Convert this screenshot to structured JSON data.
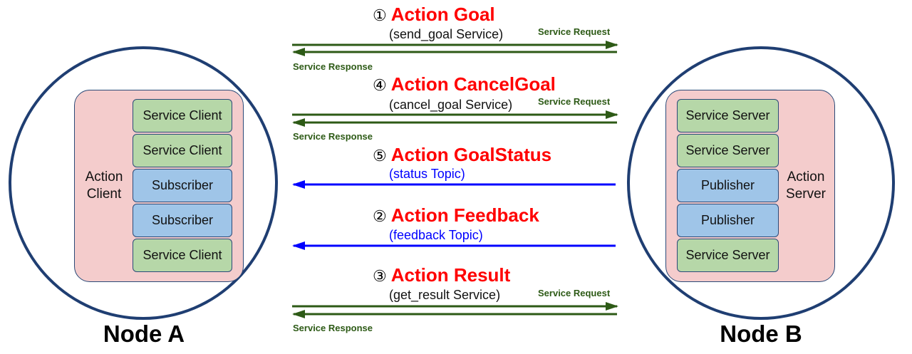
{
  "nodes": {
    "a": {
      "label": "Node A",
      "role": "Action\nClient",
      "components": [
        {
          "label": "Service Client",
          "kind": "green"
        },
        {
          "label": "Service Client",
          "kind": "green"
        },
        {
          "label": "Subscriber",
          "kind": "blue"
        },
        {
          "label": "Subscriber",
          "kind": "blue"
        },
        {
          "label": "Service Client",
          "kind": "green"
        }
      ]
    },
    "b": {
      "label": "Node B",
      "role": "Action\nServer",
      "components": [
        {
          "label": "Service Server",
          "kind": "green"
        },
        {
          "label": "Service Server",
          "kind": "green"
        },
        {
          "label": "Publisher",
          "kind": "blue"
        },
        {
          "label": "Publisher",
          "kind": "blue"
        },
        {
          "label": "Service Server",
          "kind": "green"
        }
      ]
    }
  },
  "messages": [
    {
      "num": "①",
      "title": "Action Goal",
      "sub": "(send_goal Service)",
      "kind": "service",
      "request_label": "Service Request",
      "response_label": "Service Response"
    },
    {
      "num": "④",
      "title": "Action CancelGoal",
      "sub": "(cancel_goal Service)",
      "kind": "service",
      "request_label": "Service Request",
      "response_label": "Service Response"
    },
    {
      "num": "⑤",
      "title": "Action GoalStatus",
      "sub": "(status Topic)",
      "kind": "topic"
    },
    {
      "num": "②",
      "title": "Action Feedback",
      "sub": "(feedback Topic)",
      "kind": "topic"
    },
    {
      "num": "③",
      "title": "Action Result",
      "sub": "(get_result Service)",
      "kind": "service",
      "request_label": "Service Request",
      "response_label": "Service Response"
    }
  ],
  "colors": {
    "title": "#ff0000",
    "service_arrow": "#2d5a16",
    "topic_arrow": "#0000ff",
    "node_border": "#1f3e72",
    "role_fill": "#f4cccc",
    "service_component": "#b6d7a8",
    "topic_component": "#9fc5e8"
  }
}
